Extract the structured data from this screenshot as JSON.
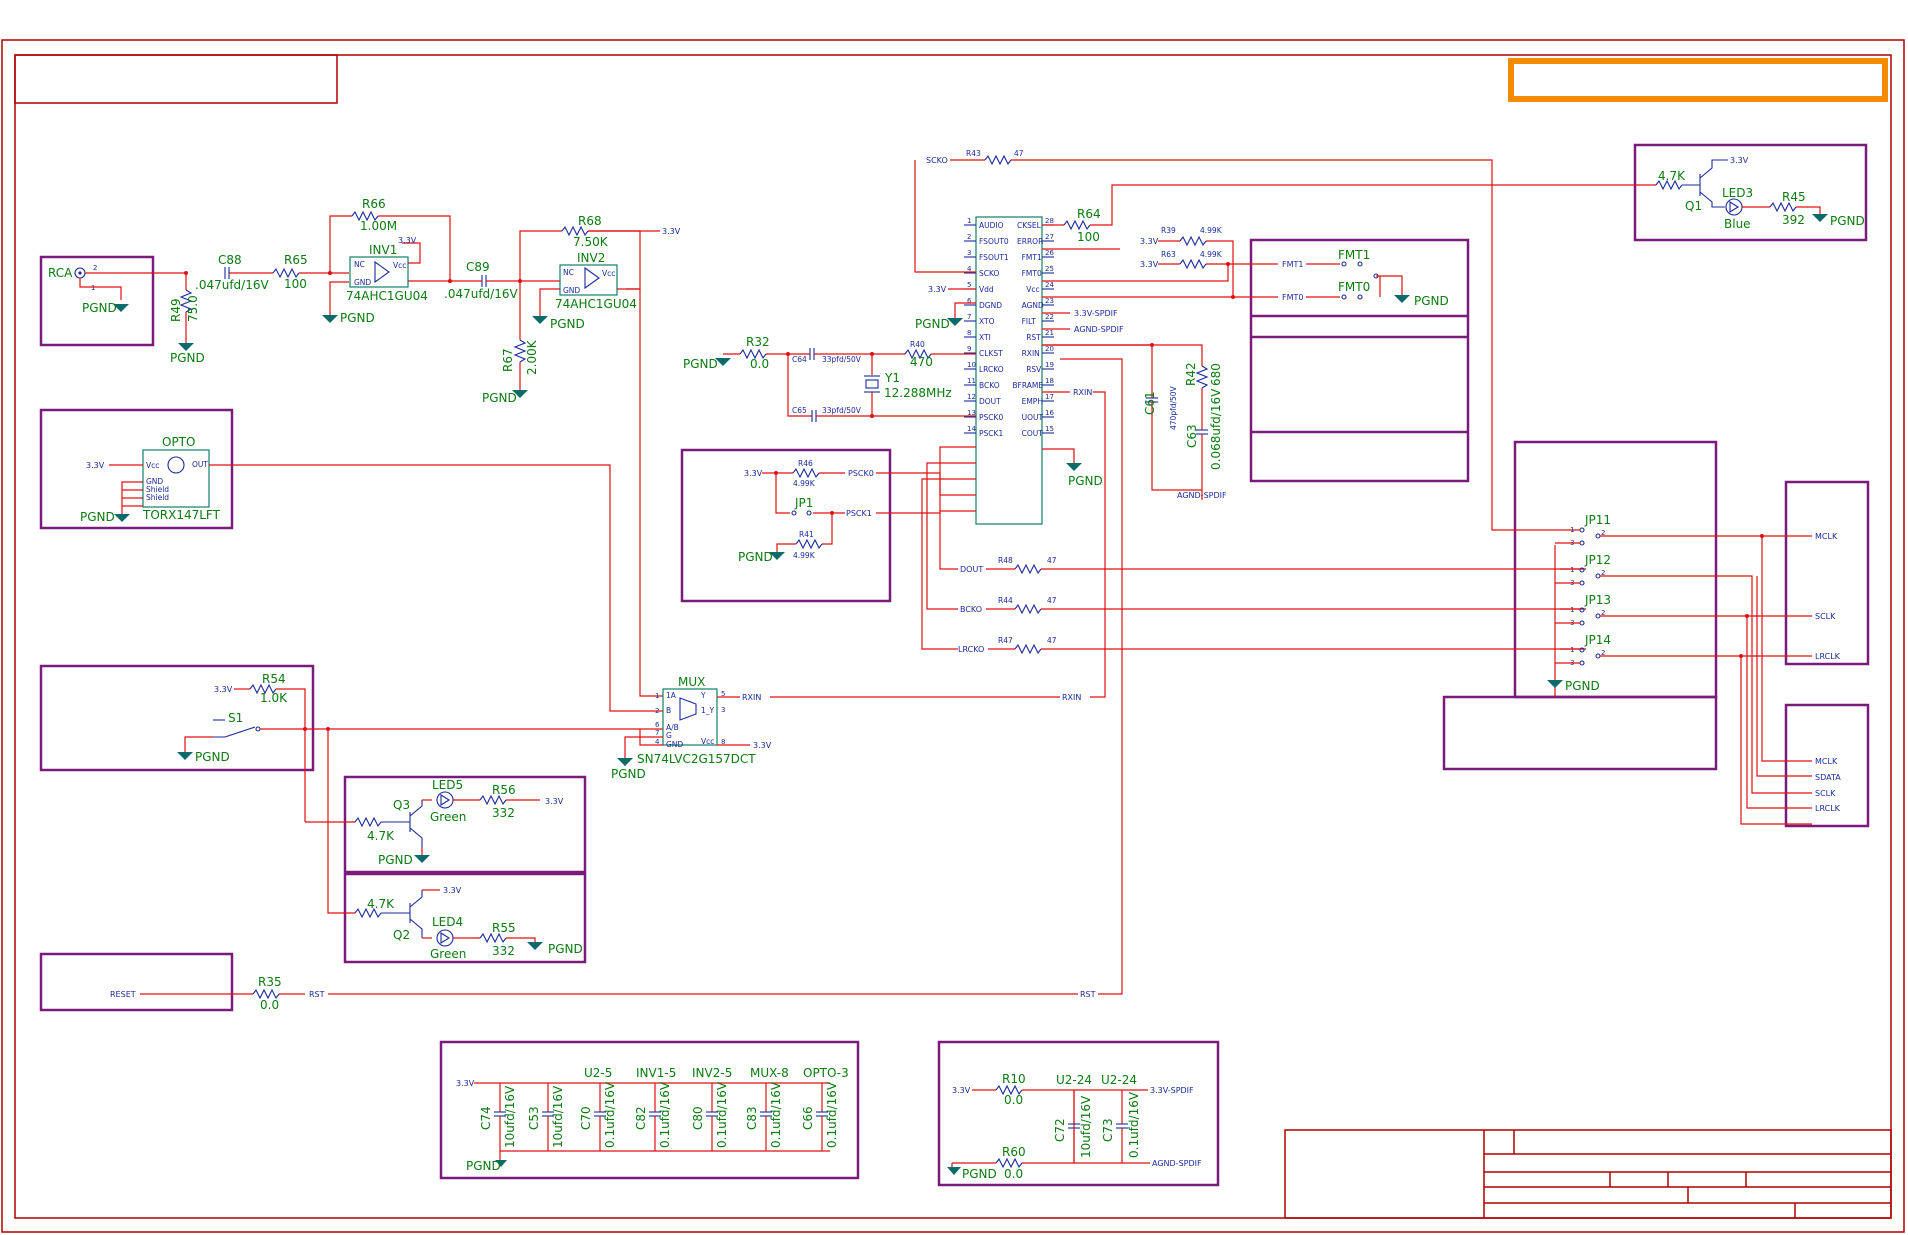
{
  "power": {
    "v33": "3.3V",
    "pgnd": "PGND",
    "v33_spdif": "3.3V-SPDIF",
    "agnd_spdif": "AGND-SPDIF"
  },
  "inputs": {
    "rca": "RCA",
    "r49": "R49",
    "r49_val": "75.0",
    "c88": "C88",
    "c88_val": ".047ufd/16V",
    "r65": "R65",
    "r65_val": "100",
    "r66": "R66",
    "r66_val": "1.00M",
    "inv1": "INV1",
    "inv1_part": "74AHC1GU04",
    "c89": "C89",
    "c89_val": ".047ufd/16V",
    "r68": "R68",
    "r68_val": "7.50K",
    "inv2": "INV2",
    "inv2_part": "74AHC1GU04",
    "r67": "R67",
    "r67_val": "2.00K",
    "nc": "NC",
    "gnd": "GND",
    "vcc": "Vcc"
  },
  "opto": {
    "name": "OPTO",
    "part": "TORX147LFT",
    "vcc": "Vcc",
    "out": "OUT",
    "gnd": "GND",
    "shield1": "Shield",
    "shield2": "Shield"
  },
  "receiver": {
    "left_pins": [
      "AUDIO",
      "FSOUT0",
      "FSOUT1",
      "SCKO",
      "Vdd",
      "DGND",
      "XTO",
      "XTI",
      "CLKST",
      "LRCKO",
      "BCKO",
      "DOUT",
      "PSCK0",
      "PSCK1"
    ],
    "left_nums": [
      "1",
      "2",
      "3",
      "4",
      "5",
      "6",
      "7",
      "8",
      "9",
      "10",
      "11",
      "12",
      "13",
      "14"
    ],
    "right_pins": [
      "CKSEL",
      "ERROR",
      "FMT1",
      "FMT0",
      "Vcc",
      "AGND",
      "FILT",
      "RST",
      "RXIN",
      "RSV",
      "BFRAME",
      "EMPH",
      "UOUT",
      "COUT"
    ],
    "right_nums": [
      "28",
      "27",
      "26",
      "25",
      "24",
      "23",
      "22",
      "21",
      "20",
      "19",
      "18",
      "17",
      "16",
      "15"
    ]
  },
  "clock": {
    "r32": "R32",
    "r32_val": "0.0",
    "c64": "C64",
    "c64_val": "33pfd/50V",
    "c65": "C65",
    "c65_val": "33pfd/50V",
    "r40": "R40",
    "r40_val": "470",
    "y1": "Y1",
    "y1_val": "12.288MHz",
    "r43": "R43",
    "r43_val": "47",
    "scko": "SCKO"
  },
  "outputs": {
    "r64": "R64",
    "r64_val": "100",
    "r39": "R39",
    "r39_val": "4.99K",
    "r63": "R63",
    "r63_val": "4.99K",
    "fmt1": "FMT1",
    "fmt0": "FMT0",
    "r42": "R42",
    "r42_val": "680",
    "c61": "C61",
    "c61_val": "470pfd/50V",
    "c63": "C63",
    "c63_val": "0.068ufd/16V",
    "rxin": "RXIN",
    "rst": "RST"
  },
  "led3": {
    "r": "4.7K",
    "q": "Q1",
    "led": "LED3",
    "color": "Blue",
    "r45": "R45",
    "r45_val": "392"
  },
  "psck": {
    "r46": "R46",
    "r46_val": "4.99K",
    "jp1": "JP1",
    "r41": "R41",
    "r41_val": "4.99K",
    "psck0": "PSCK0",
    "psck1": "PSCK1"
  },
  "serial": {
    "dout": "DOUT",
    "bcko": "BCKO",
    "lrcko": "LRCKO",
    "r48": "R48",
    "r44": "R44",
    "r47": "R47",
    "res_val": "47"
  },
  "jumpers": {
    "jp11": "JP11",
    "jp12": "JP12",
    "jp13": "JP13",
    "jp14": "JP14",
    "mclk": "MCLK",
    "sclk": "SCLK",
    "lrclk": "LRCLK",
    "sdata": "SDATA"
  },
  "switch": {
    "r54": "R54",
    "r54_val": "1.0K",
    "s1": "S1"
  },
  "mux": {
    "name": "MUX",
    "part": "SN74LVC2G157DCT",
    "rxin": "RXIN",
    "pins": [
      "1A",
      "B",
      "A/B",
      "G",
      "GND",
      "Y",
      "1_Y",
      "Vcc"
    ]
  },
  "leds": {
    "led5": "LED5",
    "led5_color": "Green",
    "r56": "R56",
    "r56_val": "332",
    "q3": "Q3",
    "q3_r": "4.7K",
    "led4": "LED4",
    "led4_color": "Green",
    "r55": "R55",
    "r55_val": "332",
    "q2": "Q2",
    "q2_r": "4.7K"
  },
  "reset": {
    "net": "RESET",
    "r35": "R35",
    "r35_val": "0.0",
    "rst": "RST"
  },
  "decoupling": {
    "headers": [
      "U2-5",
      "INV1-5",
      "INV2-5",
      "MUX-8",
      "OPTO-3"
    ],
    "caps": [
      [
        "C74",
        "10ufd/16V"
      ],
      [
        "C53",
        "10ufd/16V"
      ],
      [
        "C70",
        "0.1ufd/16V"
      ],
      [
        "C82",
        "0.1ufd/16V"
      ],
      [
        "C80",
        "0.1ufd/16V"
      ],
      [
        "C83",
        "0.1ufd/16V"
      ],
      [
        "C66",
        "0.1ufd/16V"
      ]
    ],
    "spdif_headers": [
      "U2-24",
      "U2-24"
    ],
    "r10": "R10",
    "r10_val": "0.0",
    "r60": "R60",
    "r60_val": "0.0",
    "spdif_caps": [
      [
        "C72",
        "10ufd/16V"
      ],
      [
        "C73",
        "0.1ufd/16V"
      ]
    ]
  },
  "colors": {
    "wire": "#e01010",
    "component": "#1a2a9a",
    "label": "#0b7a10",
    "block": "#7a1a7a",
    "frame": "#b00000",
    "highlight": "#f58a07"
  }
}
